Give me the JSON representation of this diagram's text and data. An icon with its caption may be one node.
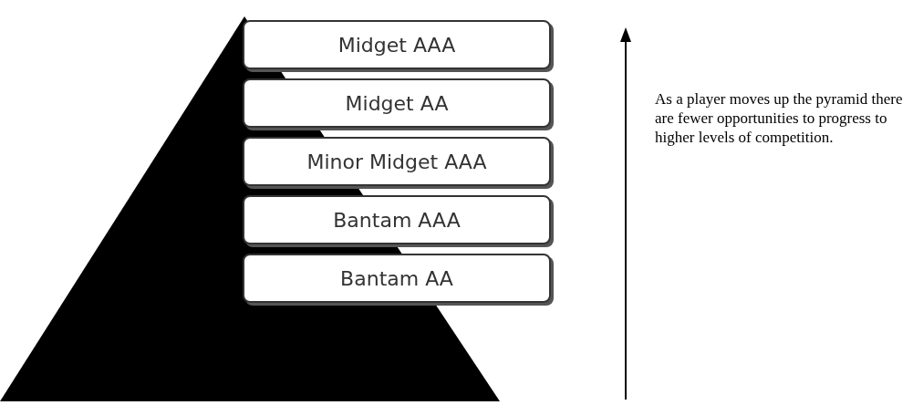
{
  "diagram": {
    "nodes": [
      {
        "text": [
          "Midget AAA"
        ]
      },
      {
        "text": [
          "Midget AA"
        ]
      },
      {
        "text": [
          "Minor Midget AAA"
        ]
      },
      {
        "text": [
          "Bantam AAA"
        ]
      },
      {
        "text": [
          "Bantam AA"
        ]
      }
    ],
    "edges": [],
    "labels": [
      "As a player moves up the pyramid there are fewer opportunities to progress to higher levels of competition."
    ]
  }
}
